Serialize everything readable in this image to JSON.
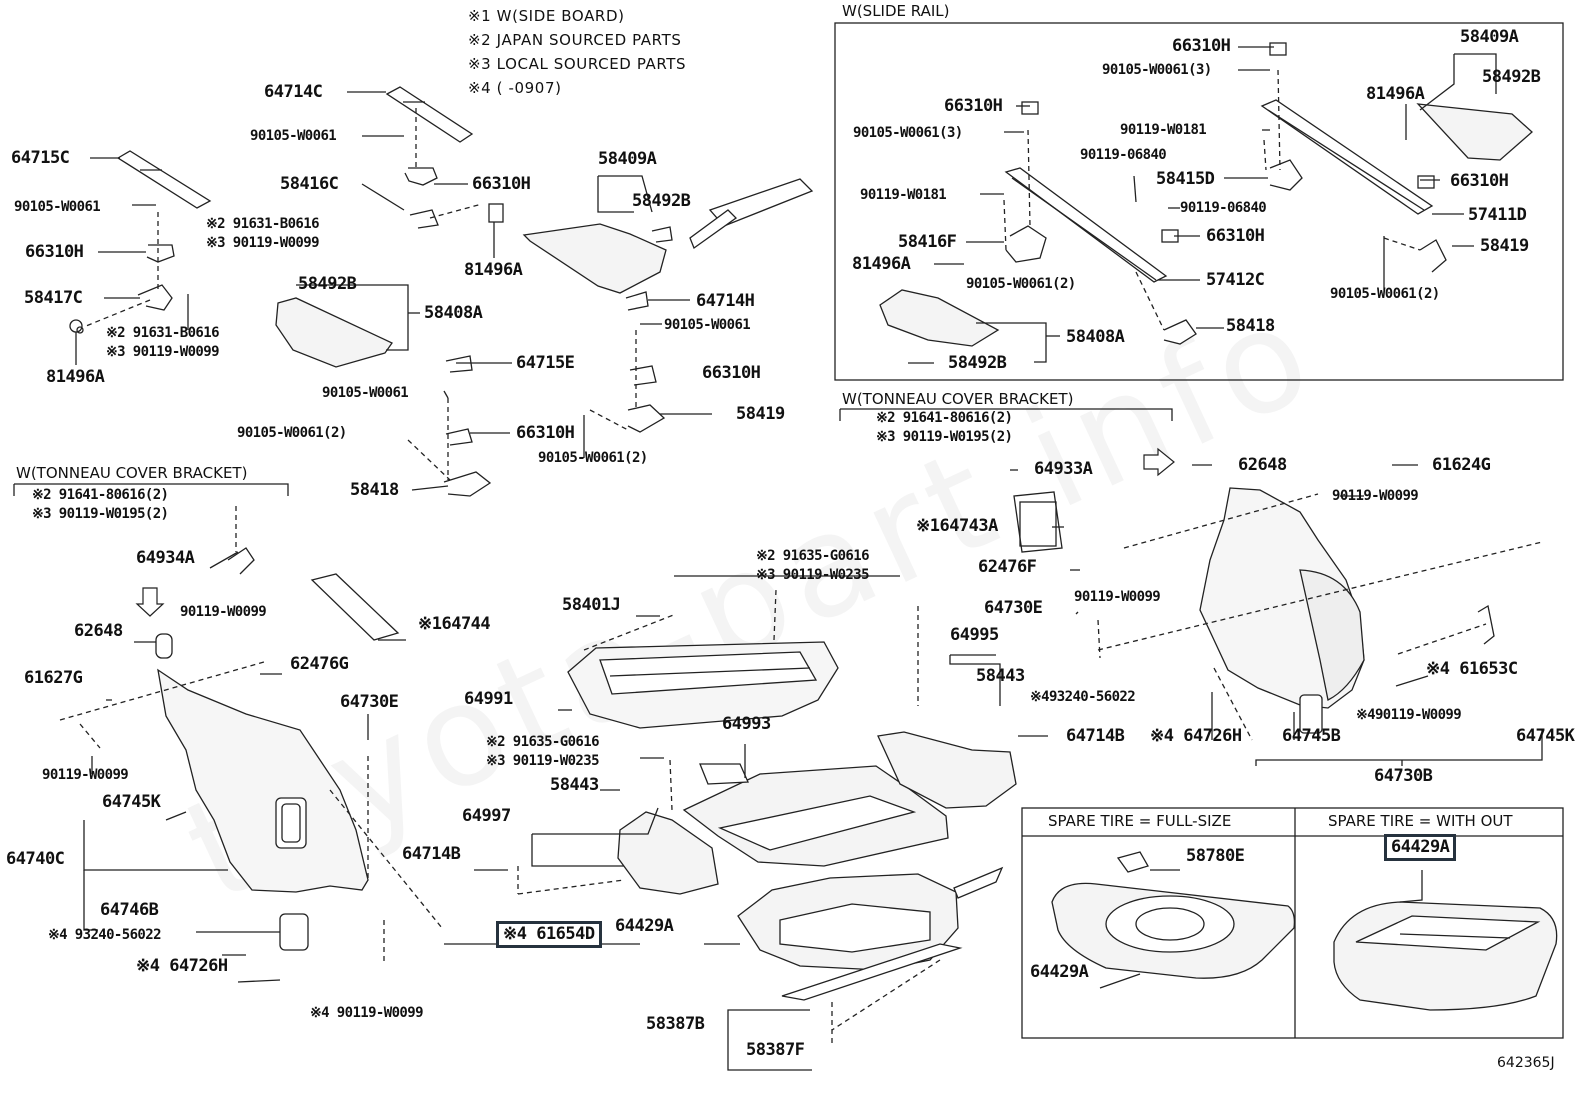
{
  "watermark": "toyota-part.info",
  "footnotes": [
    "※1  W(SIDE BOARD)",
    "※2 JAPAN SOURCED PARTS",
    "※3 LOCAL SOURCED PARTS",
    "※4  (     -0907)"
  ],
  "group_headers": {
    "slide_rail": "W(SLIDE RAIL)",
    "tonneau_right": "W(TONNEAU COVER BRACKET)",
    "tonneau_left": "W(TONNEAU COVER BRACKET)"
  },
  "spare_tire": {
    "full_size": "SPARE TIRE = FULL-SIZE",
    "without": "SPARE TIRE = WITH OUT"
  },
  "figure_ref": "642365J",
  "labels": [
    {
      "t": "64714C",
      "c": "pn"
    },
    {
      "t": "90105-W0061",
      "c": "sm"
    },
    {
      "t": "64715C",
      "c": "pn"
    },
    {
      "t": "58416C",
      "c": "pn"
    },
    {
      "t": "66310H",
      "c": "pn"
    },
    {
      "t": "90105-W0061",
      "c": "sm"
    },
    {
      "t": "※2 91631-B0616",
      "c": "sm"
    },
    {
      "t": "※3 90119-W0099",
      "c": "sm"
    },
    {
      "t": "66310H",
      "c": "pn"
    },
    {
      "t": "81496A",
      "c": "pn"
    },
    {
      "t": "58417C",
      "c": "pn"
    },
    {
      "t": "※2 91631-B0616",
      "c": "sm"
    },
    {
      "t": "※3 90119-W0099",
      "c": "sm"
    },
    {
      "t": "81496A",
      "c": "pn"
    },
    {
      "t": "58492B",
      "c": "pn"
    },
    {
      "t": "58408A",
      "c": "pn"
    },
    {
      "t": "58409A",
      "c": "pn"
    },
    {
      "t": "58492B",
      "c": "pn"
    },
    {
      "t": "64714H",
      "c": "pn"
    },
    {
      "t": "90105-W0061",
      "c": "sm"
    },
    {
      "t": "64715E",
      "c": "pn"
    },
    {
      "t": "90105-W0061",
      "c": "sm"
    },
    {
      "t": "66310H",
      "c": "pn"
    },
    {
      "t": "90105-W0061(2)",
      "c": "sm"
    },
    {
      "t": "66310H",
      "c": "pn"
    },
    {
      "t": "58419",
      "c": "pn"
    },
    {
      "t": "58418",
      "c": "pn"
    },
    {
      "t": "90105-W0061(2)",
      "c": "sm"
    },
    {
      "t": "66310H",
      "c": "pn"
    },
    {
      "t": "90105-W0061(3)",
      "c": "sm"
    },
    {
      "t": "58409A",
      "c": "pn"
    },
    {
      "t": "58492B",
      "c": "pn"
    },
    {
      "t": "81496A",
      "c": "pn"
    },
    {
      "t": "66310H",
      "c": "pn"
    },
    {
      "t": "90119-W0181",
      "c": "sm"
    },
    {
      "t": "90105-W0061(3)",
      "c": "sm"
    },
    {
      "t": "90119-06840",
      "c": "sm"
    },
    {
      "t": "58415D",
      "c": "pn"
    },
    {
      "t": "66310H",
      "c": "pn"
    },
    {
      "t": "90119-W0181",
      "c": "sm"
    },
    {
      "t": "90119-06840",
      "c": "sm"
    },
    {
      "t": "57411D",
      "c": "pn"
    },
    {
      "t": "66310H",
      "c": "pn"
    },
    {
      "t": "58416F",
      "c": "pn"
    },
    {
      "t": "58419",
      "c": "pn"
    },
    {
      "t": "81496A",
      "c": "pn"
    },
    {
      "t": "90105-W0061(2)",
      "c": "sm"
    },
    {
      "t": "57412C",
      "c": "pn"
    },
    {
      "t": "90105-W0061(2)",
      "c": "sm"
    },
    {
      "t": "58418",
      "c": "pn"
    },
    {
      "t": "58408A",
      "c": "pn"
    },
    {
      "t": "58492B",
      "c": "pn"
    },
    {
      "t": "※2 91641-80616(2)",
      "c": "sm"
    },
    {
      "t": "※3 90119-W0195(2)",
      "c": "sm"
    },
    {
      "t": "62648",
      "c": "pn"
    },
    {
      "t": "61624G",
      "c": "pn"
    },
    {
      "t": "64933A",
      "c": "pn"
    },
    {
      "t": "90119-W0099",
      "c": "sm"
    },
    {
      "t": "※164743A",
      "c": "pn"
    },
    {
      "t": "62476F",
      "c": "pn"
    },
    {
      "t": "90119-W0099",
      "c": "sm"
    },
    {
      "t": "64730E",
      "c": "pn"
    },
    {
      "t": "64995",
      "c": "pn"
    },
    {
      "t": "58443",
      "c": "pn"
    },
    {
      "t": "※4 61653C",
      "c": "pn"
    },
    {
      "t": "※493240-56022",
      "c": "sm"
    },
    {
      "t": "64714B",
      "c": "pn"
    },
    {
      "t": "※4 64726H",
      "c": "pn"
    },
    {
      "t": "64745B",
      "c": "pn"
    },
    {
      "t": "※490119-W0099",
      "c": "sm"
    },
    {
      "t": "64745K",
      "c": "pn"
    },
    {
      "t": "64730B",
      "c": "pn"
    },
    {
      "t": "※2 91641-80616(2)",
      "c": "sm"
    },
    {
      "t": "※3 90119-W0195(2)",
      "c": "sm"
    },
    {
      "t": "64934A",
      "c": "pn"
    },
    {
      "t": "90119-W0099",
      "c": "sm"
    },
    {
      "t": "※164744",
      "c": "pn"
    },
    {
      "t": "62648",
      "c": "pn"
    },
    {
      "t": "62476G",
      "c": "pn"
    },
    {
      "t": "61627G",
      "c": "pn"
    },
    {
      "t": "64730E",
      "c": "pn"
    },
    {
      "t": "90119-W0099",
      "c": "sm"
    },
    {
      "t": "64745K",
      "c": "pn"
    },
    {
      "t": "64740C",
      "c": "pn"
    },
    {
      "t": "64746B",
      "c": "pn"
    },
    {
      "t": "※4 93240-56022",
      "c": "sm"
    },
    {
      "t": "※4 64726H",
      "c": "pn"
    },
    {
      "t": "※4 90119-W0099",
      "c": "sm"
    },
    {
      "t": "※2 91635-G0616",
      "c": "sm"
    },
    {
      "t": "※3 90119-W0235",
      "c": "sm"
    },
    {
      "t": "58401J",
      "c": "pn"
    },
    {
      "t": "64991",
      "c": "pn"
    },
    {
      "t": "64993",
      "c": "pn"
    },
    {
      "t": "※2 91635-G0616",
      "c": "sm"
    },
    {
      "t": "※3 90119-W0235",
      "c": "sm"
    },
    {
      "t": "58443",
      "c": "pn"
    },
    {
      "t": "64997",
      "c": "pn"
    },
    {
      "t": "64714B",
      "c": "pn"
    },
    {
      "t": "※4 61654D",
      "c": "pn"
    },
    {
      "t": "64429A",
      "c": "pn"
    },
    {
      "t": "58387B",
      "c": "pn"
    },
    {
      "t": "58387F",
      "c": "pn"
    },
    {
      "t": "58780E",
      "c": "pn"
    },
    {
      "t": "64429A",
      "c": "pn"
    },
    {
      "t": "64429A",
      "c": "pn"
    }
  ]
}
